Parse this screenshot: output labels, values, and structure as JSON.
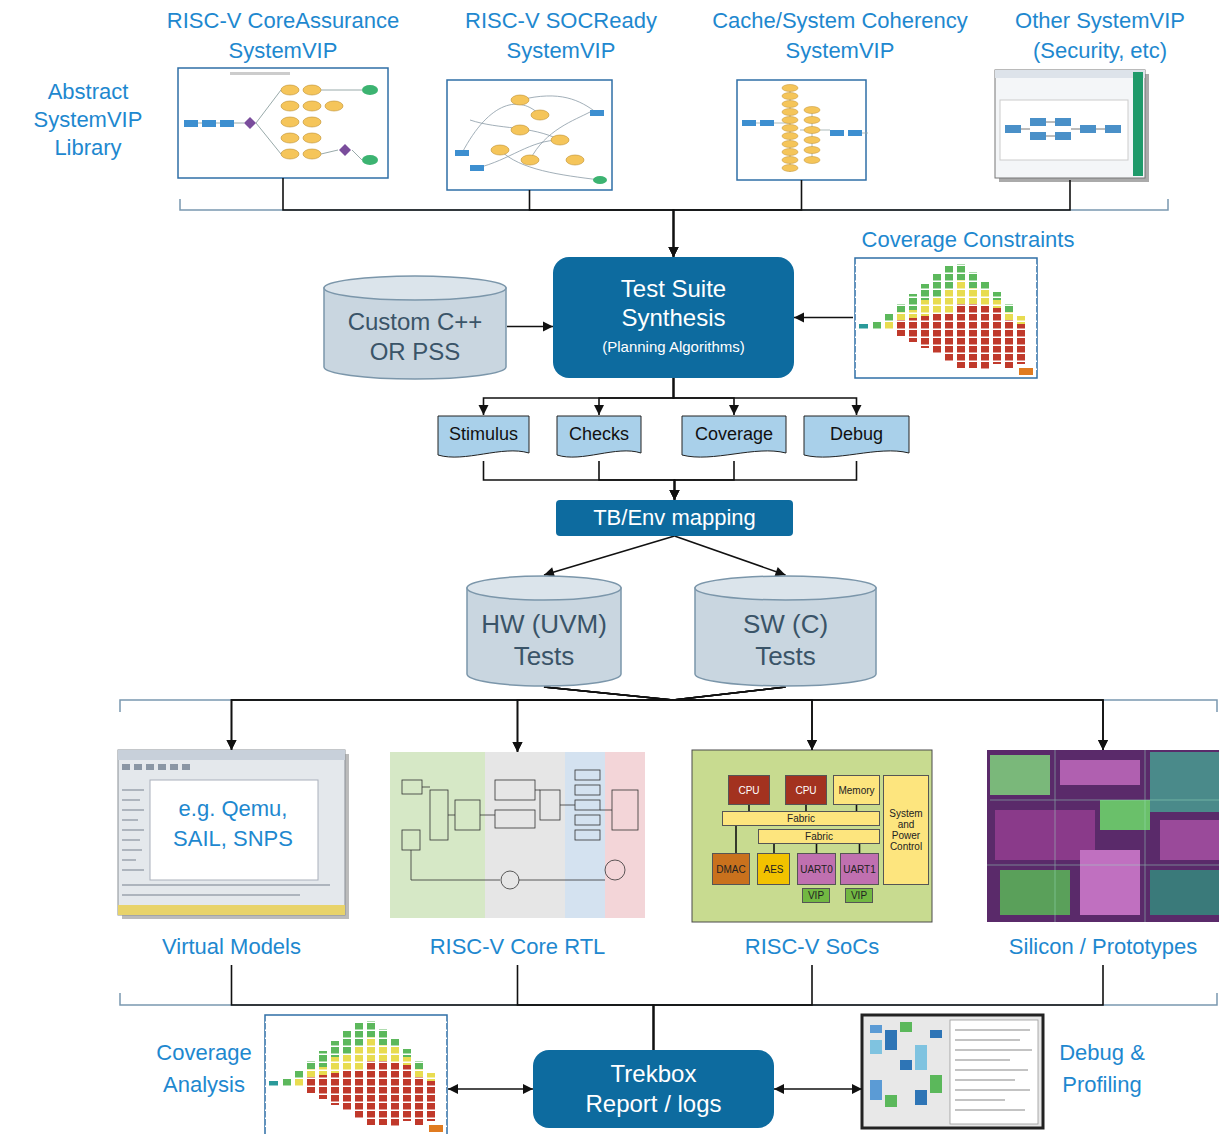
{
  "diagram": {
    "nodes": [
      {
        "text": [
          "RISC-V CoreAssurance SystemVIP"
        ]
      },
      {
        "text": [
          "RISC-V SOCReady SystemVIP"
        ]
      },
      {
        "text": [
          "Cache/System Coherency SystemVIP"
        ]
      },
      {
        "text": [
          "Other SystemVIP (Security, etc)"
        ]
      },
      {
        "text": [
          "Custom C++ OR PSS"
        ]
      },
      {
        "text": [
          "Test Suite Synthesis",
          "(Planning Algorithms)"
        ]
      },
      {
        "text": [
          "Coverage Constraints"
        ]
      },
      {
        "text": [
          "Stimulus"
        ]
      },
      {
        "text": [
          "Checks"
        ]
      },
      {
        "text": [
          "Coverage"
        ]
      },
      {
        "text": [
          "Debug"
        ]
      },
      {
        "text": [
          "TB/Env mapping"
        ]
      },
      {
        "text": [
          "HW (UVM) Tests"
        ]
      },
      {
        "text": [
          "SW (C) Tests"
        ]
      },
      {
        "text": [
          "e.g. Qemu, SAIL, SNPS",
          "Virtual Models"
        ]
      },
      {
        "text": [
          "RISC-V Core RTL"
        ]
      },
      {
        "text": [
          "RISC-V SoCs"
        ]
      },
      {
        "text": [
          "CPU"
        ],
        "in": 16
      },
      {
        "text": [
          "CPU"
        ],
        "in": 16
      },
      {
        "text": [
          "Memory"
        ],
        "in": 16
      },
      {
        "text": [
          "System and Power Control"
        ],
        "in": 16
      },
      {
        "text": [
          "Fabric"
        ],
        "in": 16
      },
      {
        "text": [
          "Fabric"
        ],
        "in": 16
      },
      {
        "text": [
          "DMAC"
        ],
        "in": 16
      },
      {
        "text": [
          "AES"
        ],
        "in": 16
      },
      {
        "text": [
          "UART0"
        ],
        "in": 16
      },
      {
        "text": [
          "UART1"
        ],
        "in": 16
      },
      {
        "text": [
          "VIP"
        ],
        "in": 16
      },
      {
        "text": [
          "VIP"
        ],
        "in": 16
      },
      {
        "text": [
          "Silicon / Prototypes"
        ]
      },
      {
        "text": [
          "Coverage Analysis"
        ]
      },
      {
        "text": [
          "Trekbox Report / logs"
        ]
      },
      {
        "text": [
          "Debug & Profiling"
        ]
      }
    ],
    "edges": [
      {
        "from": 0,
        "to": 5,
        "arrow": "to"
      },
      {
        "from": 1,
        "to": 5,
        "arrow": "to"
      },
      {
        "from": 2,
        "to": 5,
        "arrow": "to"
      },
      {
        "from": 3,
        "to": 5,
        "arrow": "to"
      },
      {
        "from": 4,
        "to": 5,
        "arrow": "to"
      },
      {
        "from": 6,
        "to": 5,
        "arrow": "to"
      },
      {
        "from": 5,
        "to": 7,
        "arrow": "to"
      },
      {
        "from": 5,
        "to": 8,
        "arrow": "to"
      },
      {
        "from": 5,
        "to": 9,
        "arrow": "to"
      },
      {
        "from": 5,
        "to": 10,
        "arrow": "to"
      },
      {
        "from": 7,
        "to": 11,
        "arrow": "to"
      },
      {
        "from": 8,
        "to": 11,
        "arrow": "to"
      },
      {
        "from": 9,
        "to": 11,
        "arrow": "to"
      },
      {
        "from": 10,
        "to": 11,
        "arrow": "to"
      },
      {
        "from": 11,
        "to": 12,
        "arrow": "to"
      },
      {
        "from": 11,
        "to": 13,
        "arrow": "to"
      },
      {
        "from": 12,
        "to": 14,
        "arrow": "to"
      },
      {
        "from": 12,
        "to": 15,
        "arrow": "to"
      },
      {
        "from": 12,
        "to": 16,
        "arrow": "to"
      },
      {
        "from": 12,
        "to": 29,
        "arrow": "to"
      },
      {
        "from": 13,
        "to": 14,
        "arrow": "to"
      },
      {
        "from": 13,
        "to": 15,
        "arrow": "to"
      },
      {
        "from": 13,
        "to": 16,
        "arrow": "to"
      },
      {
        "from": 13,
        "to": 29,
        "arrow": "to"
      },
      {
        "from": 17,
        "to": 21,
        "arrow": "none"
      },
      {
        "from": 18,
        "to": 21,
        "arrow": "none"
      },
      {
        "from": 19,
        "to": 21,
        "arrow": "none"
      },
      {
        "from": 23,
        "to": 21,
        "arrow": "none"
      },
      {
        "from": 24,
        "to": 22,
        "arrow": "none"
      },
      {
        "from": 25,
        "to": 22,
        "arrow": "none"
      },
      {
        "from": 26,
        "to": 22,
        "arrow": "none"
      },
      {
        "from": 14,
        "to": 31,
        "arrow": "none"
      },
      {
        "from": 15,
        "to": 31,
        "arrow": "none"
      },
      {
        "from": 16,
        "to": 31,
        "arrow": "none"
      },
      {
        "from": 29,
        "to": 31,
        "arrow": "none"
      },
      {
        "from": 30,
        "to": 31,
        "arrow": "both"
      },
      {
        "from": 31,
        "to": 32,
        "arrow": "both"
      }
    ],
    "labels": [
      "Abstract SystemVIP Library"
    ]
  }
}
